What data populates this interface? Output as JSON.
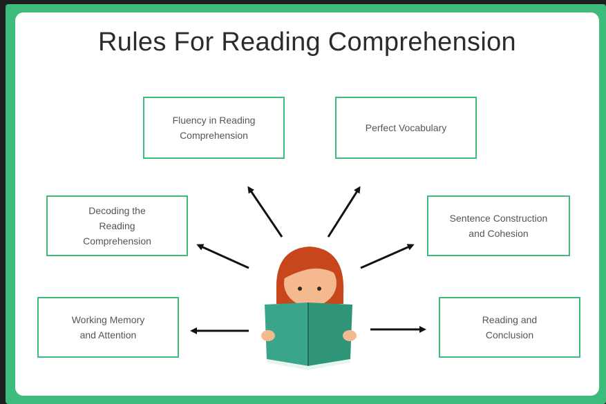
{
  "title": "Rules For Reading Comprehension",
  "nodes": [
    {
      "id": "fluency",
      "label": "Fluency in Reading\nComprehension"
    },
    {
      "id": "vocabulary",
      "label": "Perfect Vocabulary"
    },
    {
      "id": "decoding",
      "label": "Decoding the\nReading\nComprehension"
    },
    {
      "id": "sentence",
      "label": "Sentence Construction\nand Cohesion"
    },
    {
      "id": "memory",
      "label": "Working Memory\nand Attention"
    },
    {
      "id": "conclusion",
      "label": "Reading and\nConclusion"
    }
  ],
  "colors": {
    "accent": "#3dbb7d",
    "book": "#3aa58a",
    "hair": "#c8461b",
    "skin": "#f4b98f"
  },
  "icon": "child-reading-book-icon"
}
